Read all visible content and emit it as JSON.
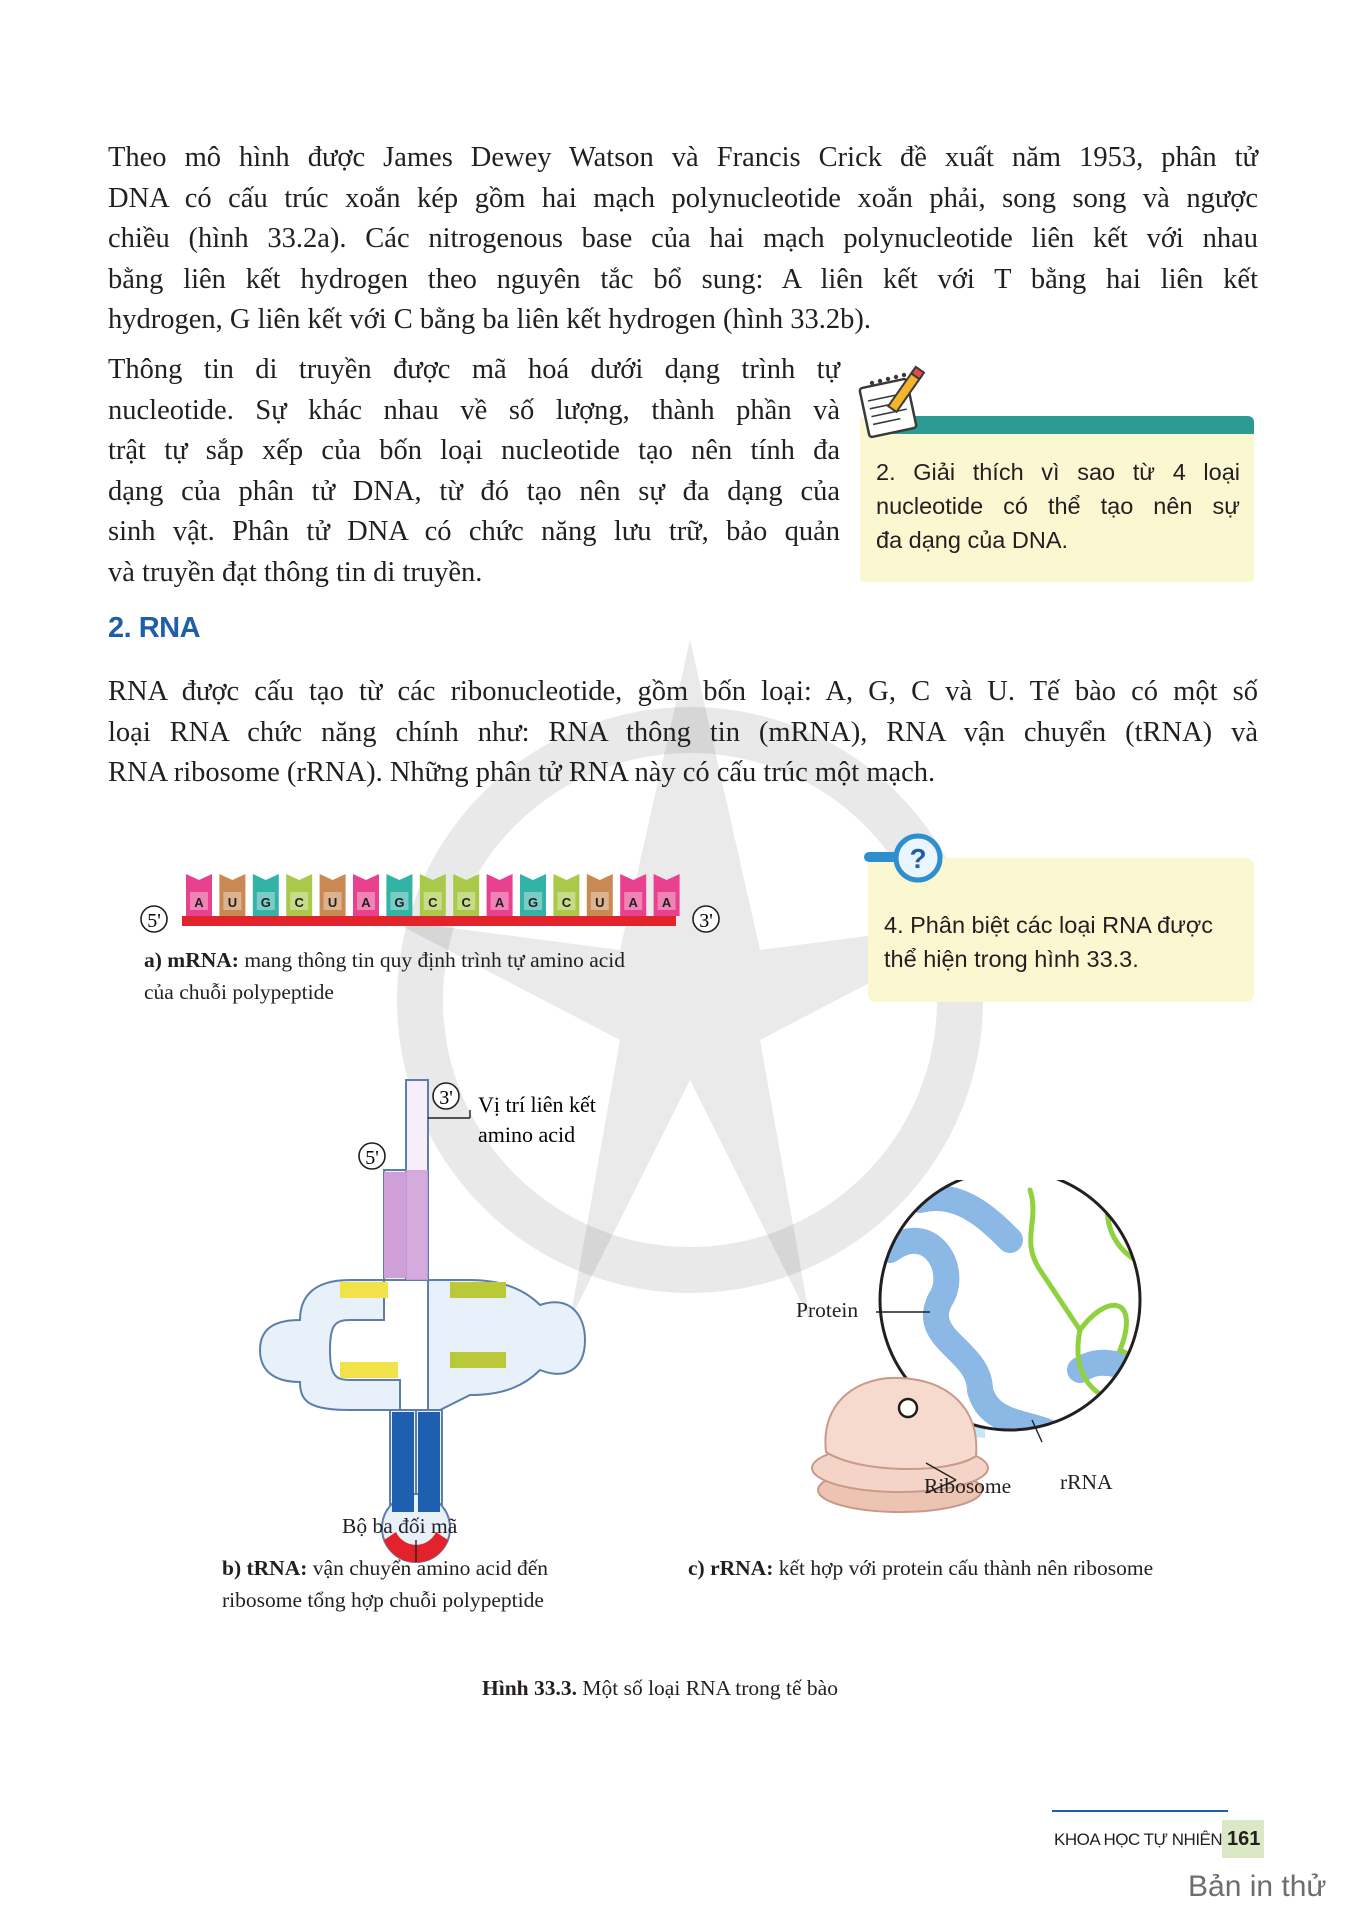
{
  "intro_paragraph": {
    "lines": [
      "Theo mô hình được James Dewey Watson và Francis Crick đề xuất năm 1953, phân tử",
      "DNA có cấu trúc xoắn kép gồm hai mạch polynucleotide xoắn phải, song song và ngược",
      "chiều (hình 33.2a). Các nitrogenous base của hai mạch polynucleotide liên kết với nhau",
      "bằng liên kết hydrogen theo nguyên tắc bổ sung: A liên kết với T bằng hai liên kết",
      "hydrogen, G liên kết với C bằng ba liên kết hydrogen (hình 33.2b)."
    ]
  },
  "info_paragraph": {
    "lines": [
      "Thông tin di truyền được mã hoá dưới dạng trình tự",
      "nucleotide. Sự khác nhau về số lượng, thành phần và",
      "trật tự sắp xếp của bốn loại nucleotide tạo nên tính đa",
      "dạng của phân tử DNA, từ đó tạo nên sự đa dạng của",
      "sinh vật. Phân tử DNA có chức năng lưu trữ, bảo quản",
      "và truyền đạt thông tin di truyền."
    ]
  },
  "question_box_2": {
    "icon": "notepad-pencil-icon",
    "lines": [
      "2. Giải thích vì sao từ 4 loại",
      "nucleotide có thể tạo nên sự",
      "đa dạng của DNA."
    ]
  },
  "section_heading": "2. RNA",
  "rna_paragraph": {
    "lines": [
      "RNA được cấu tạo từ các ribonucleotide, gồm bốn loại: A, G, C và U. Tế bào có một số",
      "loại RNA chức năng chính như: RNA thông tin (mRNA), RNA vận chuyển (tRNA) và",
      "RNA ribosome (rRNA). Những phân tử RNA này có cấu trúc một mạch."
    ]
  },
  "question_box_4": {
    "icon": "magnifier-question-icon",
    "lines": [
      "4. Phân biệt các loại RNA được",
      "thể hiện trong hình 33.3."
    ]
  },
  "figure": {
    "mrna": {
      "end5": "5'",
      "end3": "3'",
      "bases": [
        "A",
        "U",
        "G",
        "C",
        "U",
        "A",
        "G",
        "C",
        "C",
        "A",
        "G",
        "C",
        "U",
        "A",
        "A"
      ],
      "caption_bold": "a) mRNA:",
      "caption_rest": " mang thông tin quy định trình tự amino acid",
      "caption_line2": "của chuỗi polypeptide"
    },
    "trna": {
      "end5": "5'",
      "end3": "3'",
      "label_site_line1": "Vị trí liên kết",
      "label_site_line2": "amino acid",
      "label_anticodon": "Bộ ba đối mã",
      "caption_bold": "b) tRNA:",
      "caption_rest": " vận chuyển amino acid đến",
      "caption_line2": "ribosome tổng hợp chuỗi polypeptide"
    },
    "rrna": {
      "label_protein": "Protein",
      "label_ribosome": "Ribosome",
      "label_rrna": "rRNA",
      "caption_bold": "c) rRNA:",
      "caption_rest": " kết hợp với protein cấu thành nên ribosome"
    },
    "title_bold": "Hình 33.3.",
    "title_rest": " Một số loại RNA trong tế bào"
  },
  "base_colors": {
    "A": "#e8418f",
    "U": "#c88a52",
    "G": "#33b3a6",
    "C": "#a8c94a"
  },
  "footer": {
    "book_title": "KHOA HỌC TỰ NHIÊN 9",
    "page_number": "161",
    "watermark_text": "Bản in thử"
  }
}
